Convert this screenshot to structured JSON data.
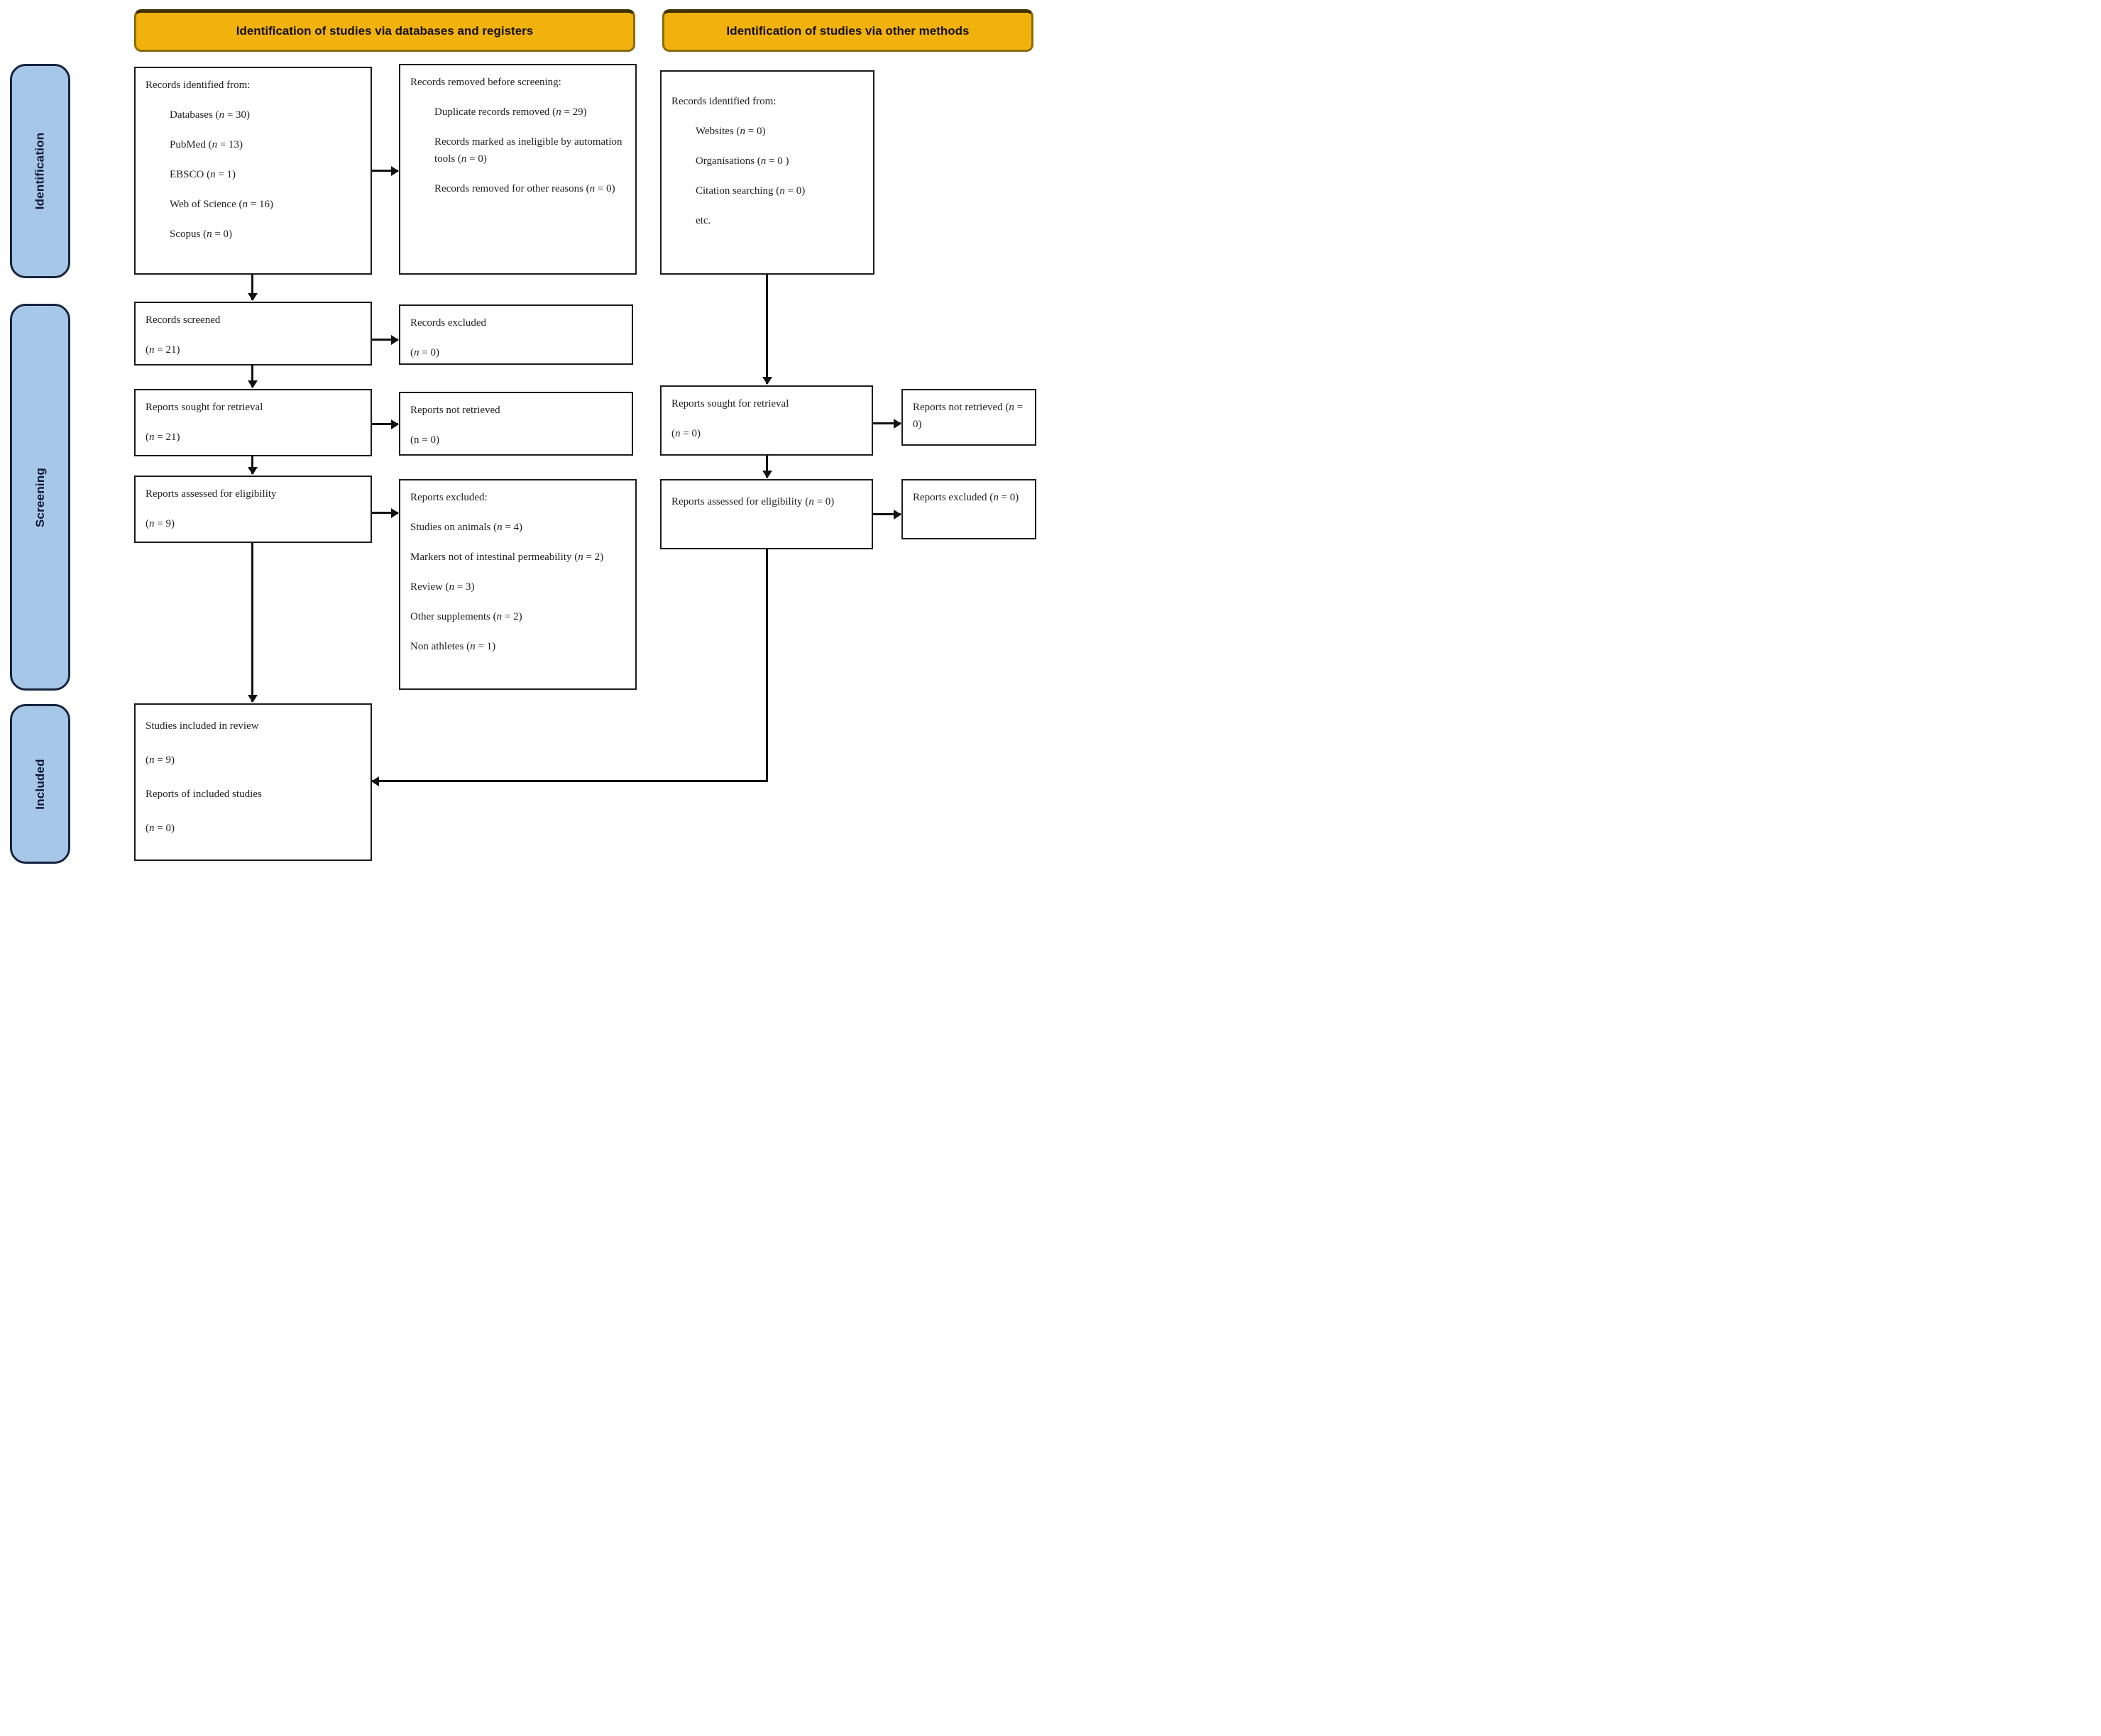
{
  "headers": {
    "databases_title": "Identification of studies via databases and registers",
    "other_title": "Identification of studies via other methods"
  },
  "stages": {
    "identification": "Identification",
    "screening": "Screening",
    "included": "Included"
  },
  "colors": {
    "header_bg": "#F2B20D",
    "stage_bg": "#A7C7E9",
    "stage_border": "#16243D",
    "box_border": "#1C1C1C",
    "arrow": "#111111"
  },
  "boxes": {
    "records_identified_db": {
      "lines": [
        "Records identified from:",
        "Databases (n = 30)",
        "PubMed (n = 13)",
        "EBSCO (n = 1)",
        "Web of Science (n = 16)",
        "Scopus (n = 0)"
      ]
    },
    "records_removed": {
      "lines": [
        "Records removed before screening:",
        "Duplicate records removed (n = 29)",
        "Records marked as ineligible by automation tools (n = 0)",
        "Records removed for other reasons (n = 0)"
      ]
    },
    "records_identified_other": {
      "lines": [
        "Records identified from:",
        "Websites (n = 0)",
        "Organisations (n = 0 )",
        "Citation searching (n = 0)",
        "etc."
      ]
    },
    "records_screened": {
      "lines": [
        "Records screened",
        "(n = 21)"
      ]
    },
    "records_excluded": {
      "lines": [
        "Records excluded",
        "(n = 0)"
      ]
    },
    "reports_sought_db": {
      "lines": [
        "Reports sought for retrieval",
        "(n = 21)"
      ]
    },
    "reports_not_retrieved_db": {
      "lines": [
        "Reports not retrieved",
        "(n = 0)"
      ]
    },
    "reports_sought_other": {
      "lines": [
        "Reports sought for retrieval",
        "(n = 0)"
      ]
    },
    "reports_not_retrieved_other": {
      "lines": [
        "Reports not retrieved (n = 0)"
      ]
    },
    "reports_assessed_db": {
      "lines": [
        "Reports assessed for eligibility",
        "(n = 9)"
      ]
    },
    "reports_excluded_db": {
      "lines": [
        "Reports excluded:",
        "Studies on animals (n = 4)",
        "Markers not of intestinal permeability (n = 2)",
        "Review (n = 3)",
        "Other supplements (n = 2)",
        "Non athletes (n = 1)"
      ]
    },
    "reports_assessed_other": {
      "lines": [
        "Reports assessed for eligibility (n = 0)"
      ]
    },
    "reports_excluded_other": {
      "lines": [
        "Reports excluded (n = 0)"
      ]
    },
    "studies_included": {
      "lines": [
        "Studies included in review",
        "(n = 9)",
        "Reports of included studies",
        "(n = 0)"
      ]
    }
  }
}
